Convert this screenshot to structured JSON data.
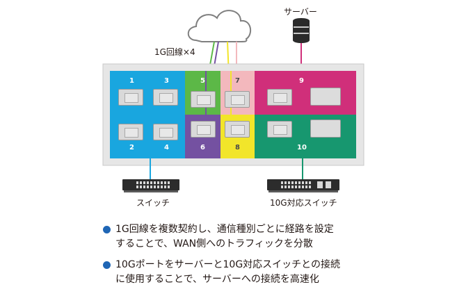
{
  "diagram": {
    "wan_label": "1G回線×4",
    "server_label": "サーバー",
    "ports": [
      "1",
      "2",
      "3",
      "4",
      "5",
      "6",
      "7",
      "8",
      "9",
      "10"
    ],
    "switch_label": "スイッチ",
    "switch10g_label": "10G対応スイッチ",
    "colors": {
      "blue": "#19a6df",
      "green": "#5cb847",
      "purple": "#7451a1",
      "pink": "#f3b8bd",
      "yellow": "#f2e52a",
      "magenta": "#d02f7a",
      "teal": "#17976f",
      "chassis": "#e6e6e6",
      "bullet": "#1f66b5"
    }
  },
  "notes": [
    {
      "line1": "1G回線を複数契約し、通信種別ごとに経路を設定",
      "line2": "することで、WAN側へのトラフィックを分散"
    },
    {
      "line1": "10Gポートをサーバーと10G対応スイッチとの接続",
      "line2": "に使用することで、サーバーへの接続を高速化"
    }
  ]
}
